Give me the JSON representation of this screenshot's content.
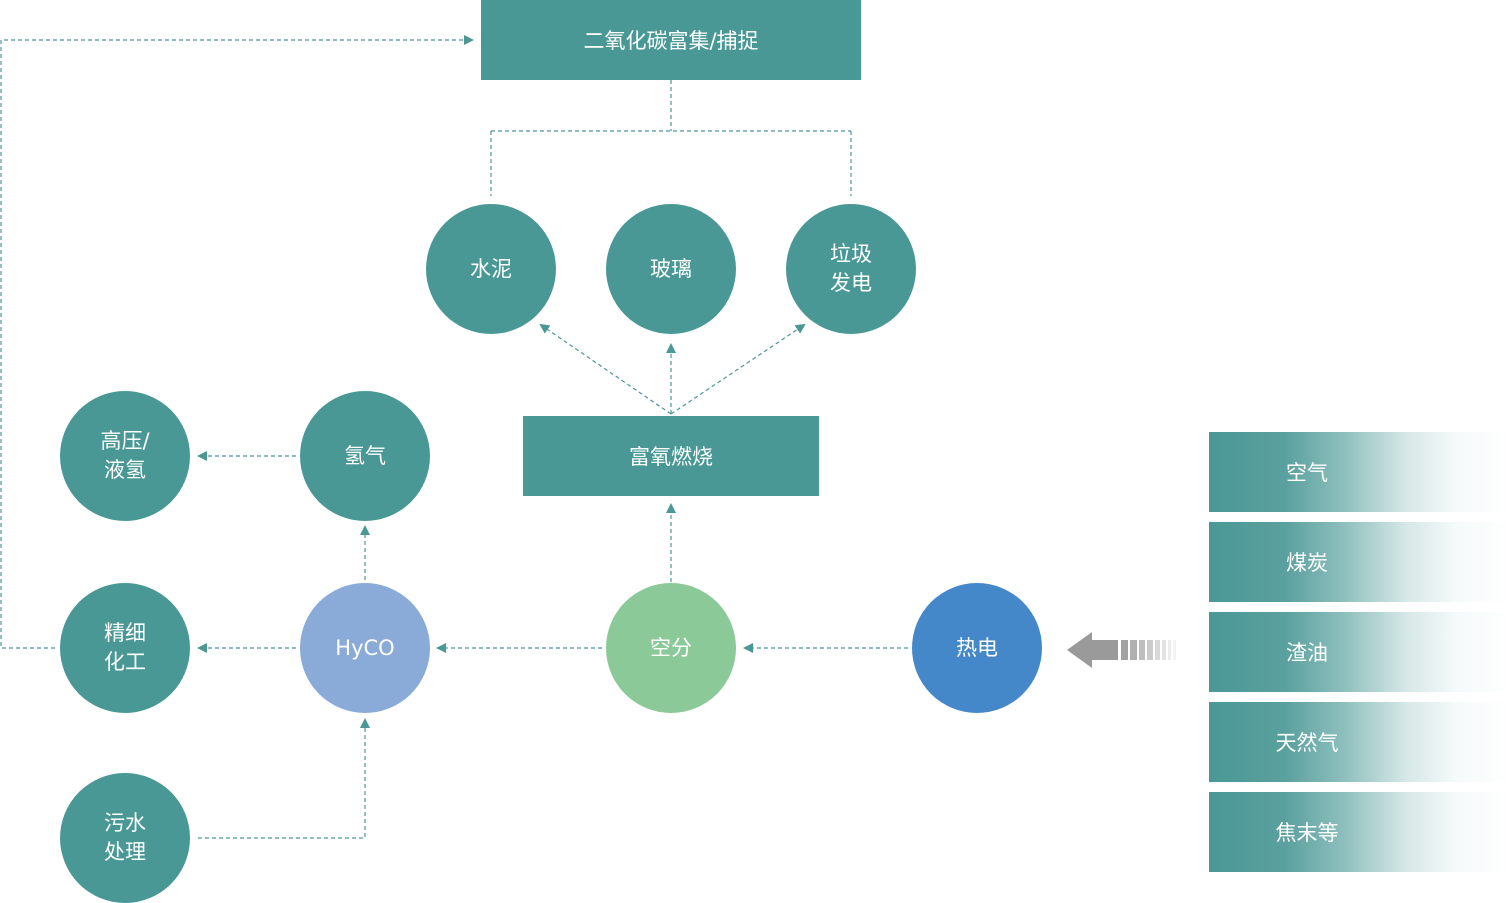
{
  "colors": {
    "teal": "#4a9896",
    "hyco": "#8aaad8",
    "air_separation": "#8bca98",
    "thermal_power": "#4588c9",
    "arrow_grey": "#999999",
    "connector": "#4a9896"
  },
  "nodes": {
    "co2_capture": "二氧化碳富集/捕捉",
    "cement": "水泥",
    "glass": "玻璃",
    "waste_power": [
      "垃圾",
      "发电"
    ],
    "oxy_combustion": "富氧燃烧",
    "high_pressure_h2": [
      "高压/",
      "液氢"
    ],
    "hydrogen": "氢气",
    "fine_chemicals": [
      "精细",
      "化工"
    ],
    "hyco": "HyCO",
    "air_separation": "空分",
    "thermal_power": "热电",
    "wastewater": [
      "污水",
      "处理"
    ]
  },
  "sources": [
    "空气",
    "煤炭",
    "渣油",
    "天然气",
    "焦末等"
  ],
  "icons": {
    "input_arrow": "left-arrow-icon"
  }
}
